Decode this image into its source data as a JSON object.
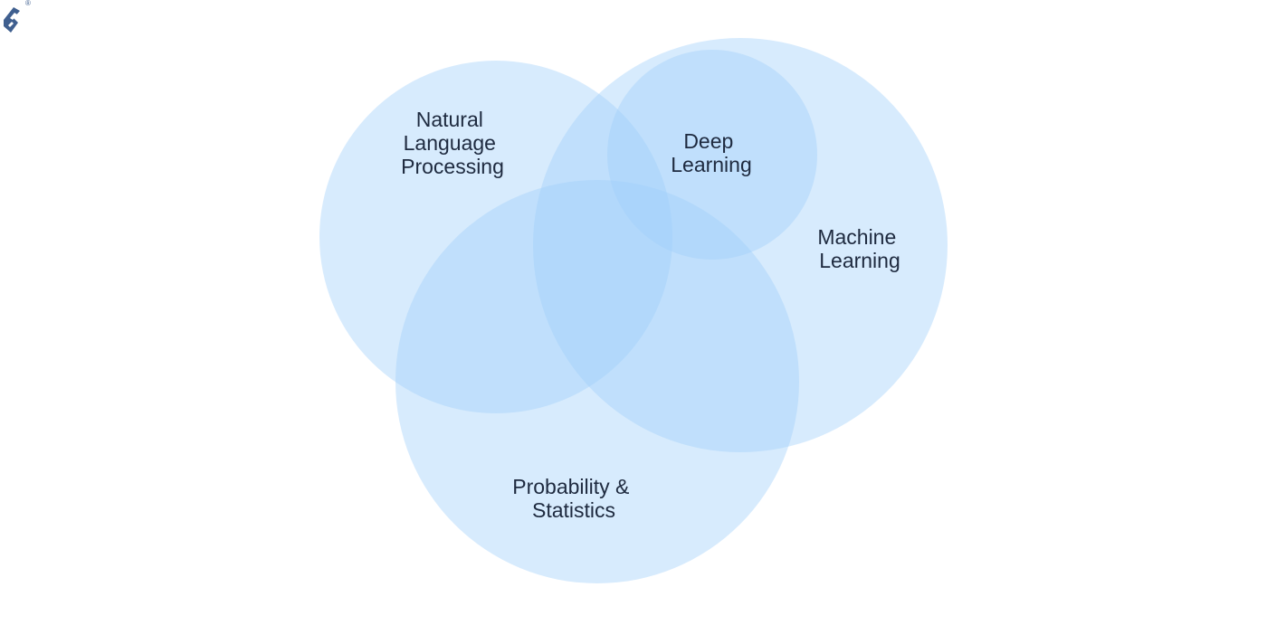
{
  "colors": {
    "circle_fill": "#9fd0fb",
    "label_text": "#1e2a3f",
    "logo_blue": "#3f5f8f"
  },
  "logo": {
    "icon": "toptal-logo-icon",
    "registered_mark": "®"
  },
  "diagram": {
    "sets": {
      "nlp": {
        "lines": [
          "Natural",
          "Language",
          "Processing"
        ]
      },
      "deep_learning": {
        "lines": [
          "Deep",
          "Learning"
        ]
      },
      "machine_learning": {
        "lines": [
          "Machine",
          "Learning"
        ]
      },
      "probability_statistics": {
        "lines": [
          "Probability &",
          "Statistics"
        ]
      }
    }
  }
}
